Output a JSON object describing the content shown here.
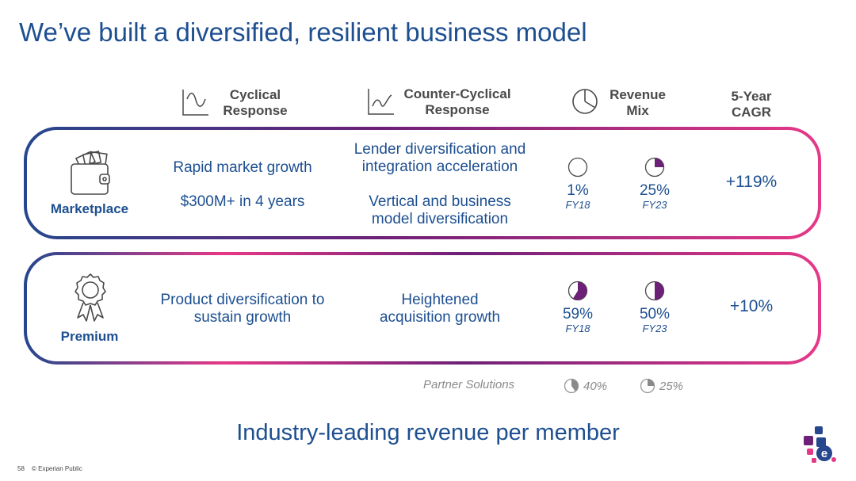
{
  "title": "We’ve built a diversified, resilient business model",
  "headers": {
    "cyclical": [
      "Cyclical",
      "Response"
    ],
    "counter": [
      "Counter-Cyclical",
      "Response"
    ],
    "mix": [
      "Revenue",
      "Mix"
    ],
    "cagr": [
      "5-Year",
      "CAGR"
    ]
  },
  "marketplace": {
    "label": "Marketplace",
    "cyclical_1": "Rapid market growth",
    "cyclical_2": "$300M+ in 4 years",
    "counter_1": [
      "Lender diversification and",
      "integration acceleration"
    ],
    "counter_2": [
      "Vertical and business",
      "model diversification"
    ],
    "mix_a": {
      "value": "1%",
      "year": "FY18",
      "fraction": 0.01
    },
    "mix_b": {
      "value": "25%",
      "year": "FY23",
      "fraction": 0.25
    },
    "cagr": "+119%"
  },
  "premium": {
    "label": "Premium",
    "cyclical": [
      "Product diversification to",
      "sustain growth"
    ],
    "counter": [
      "Heightened",
      "acquisition growth"
    ],
    "mix_a": {
      "value": "59%",
      "year": "FY18",
      "fraction": 0.59
    },
    "mix_b": {
      "value": "50%",
      "year": "FY23",
      "fraction": 0.5
    },
    "cagr": "+10%"
  },
  "partner": {
    "label": "Partner Solutions",
    "a": {
      "value": "40%",
      "fraction": 0.4
    },
    "b": {
      "value": "25%",
      "fraction": 0.25
    }
  },
  "footer": {
    "tagline": "Industry-leading revenue per member",
    "page": "58",
    "classification": "© Experian Public"
  },
  "colors": {
    "blue": "#1d4f91",
    "purple": "#6d2077",
    "pink": "#e63888",
    "grey_pie": "#8a8a8a"
  },
  "icons": {
    "cyclical": "wave-chart-icon",
    "counter": "inverse-wave-chart-icon",
    "mix": "pie-chart-icon",
    "marketplace": "wallet-icon",
    "premium": "award-ribbon-icon",
    "logo": "experian-logo"
  }
}
